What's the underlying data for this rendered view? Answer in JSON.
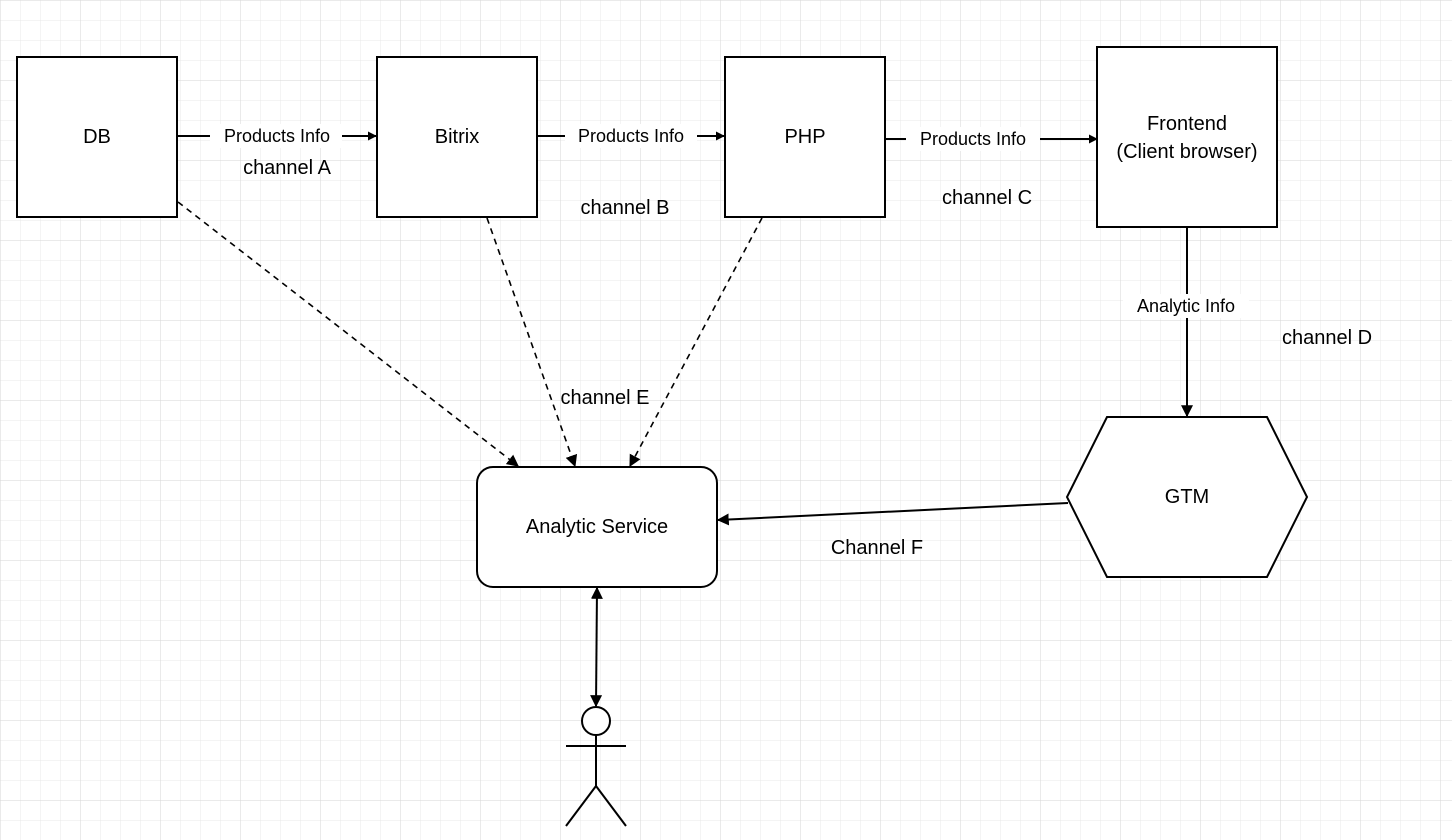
{
  "colors": {
    "background": "#ffffff",
    "grid_minor": "#e9e9e9",
    "grid_major": "#d6d6d6",
    "stroke": "#000000"
  },
  "nodes": {
    "db": "DB",
    "bitrix": "Bitrix",
    "php": "PHP",
    "frontend_line1": "Frontend",
    "frontend_line2": "(Client browser)",
    "gtm": "GTM",
    "analytic_service": "Analytic Service"
  },
  "edges": {
    "db_bitrix": "Products Info",
    "bitrix_php": "Products Info",
    "php_frontend": "Products Info",
    "frontend_gtm": "Analytic Info"
  },
  "channels": {
    "a": "channel A",
    "b": "channel B",
    "c": "channel C",
    "d": "channel D",
    "e": "channel E",
    "f": "Channel F"
  },
  "icons": {
    "user": "stick-figure-icon"
  }
}
